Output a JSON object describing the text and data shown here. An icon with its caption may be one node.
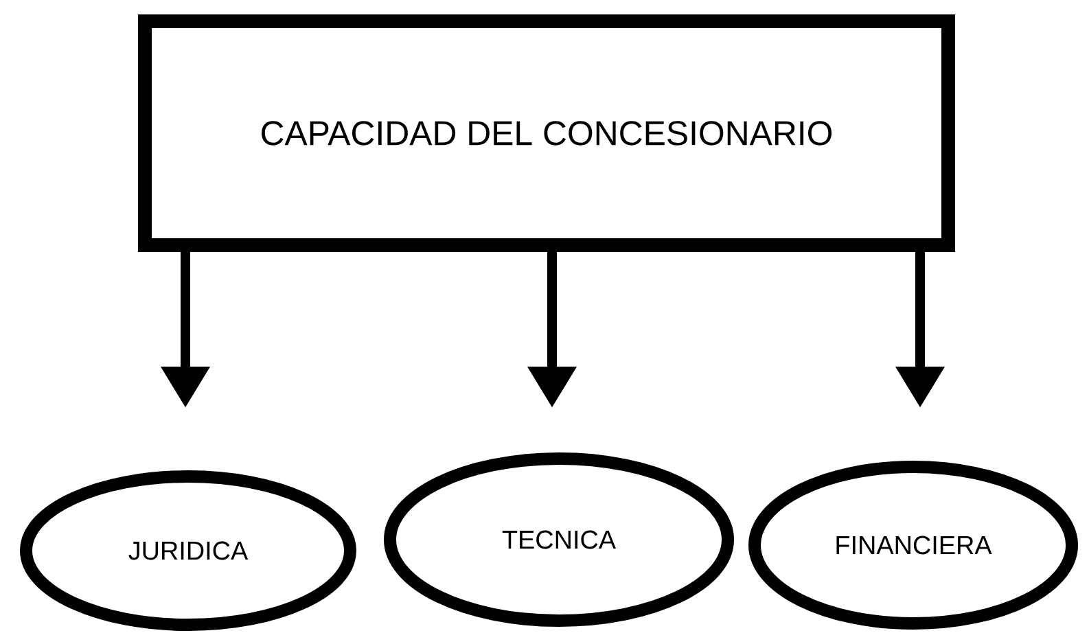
{
  "diagram": {
    "nodes": [
      {
        "text": [
          "CAPACIDAD DEL CONCESIONARIO"
        ]
      },
      {
        "text": [
          "JURIDICA"
        ]
      },
      {
        "text": [
          "TECNICA"
        ]
      },
      {
        "text": [
          "FINANCIERA"
        ]
      }
    ],
    "edges": [
      {
        "from": 0,
        "to": 1,
        "arrow": "to"
      },
      {
        "from": 0,
        "to": 2,
        "arrow": "to"
      },
      {
        "from": 0,
        "to": 3,
        "arrow": "to"
      }
    ]
  }
}
